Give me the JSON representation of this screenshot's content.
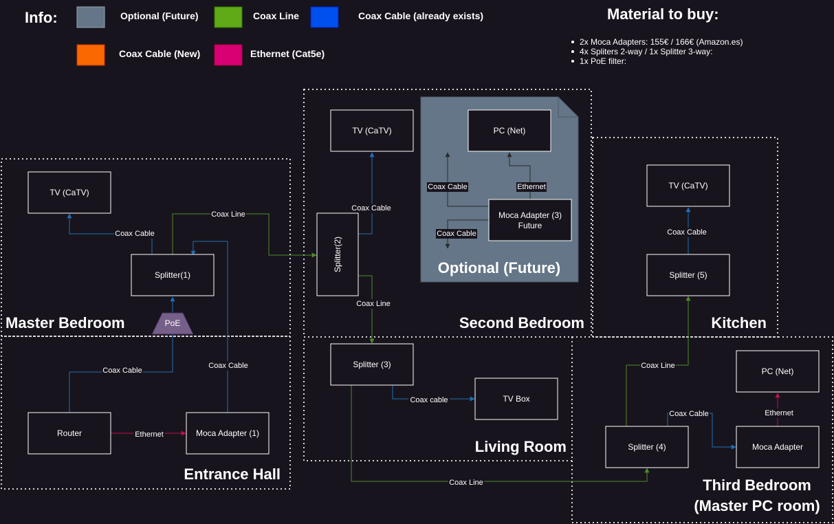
{
  "legend": {
    "info_label": "Info:",
    "material_title": "Material to buy:",
    "items": [
      {
        "id": "optional",
        "label": "Optional (Future)",
        "color": "#647687"
      },
      {
        "id": "coax-line",
        "label": "Coax Line",
        "color": "#60a917"
      },
      {
        "id": "coax-existing",
        "label": "Coax Cable (already exists)",
        "color": "#0050ef"
      },
      {
        "id": "coax-new",
        "label": "Coax Cable (New)",
        "color": "#fa6800"
      },
      {
        "id": "ethernet",
        "label": "Ethernet (Cat5e)",
        "color": "#d80073"
      }
    ],
    "materials": [
      "2x Moca Adapters: 155€ / 166€ (Amazon.es)",
      "4x Spliters 2-way / 1x Splitter 3-way:",
      "1x PoE filter:"
    ]
  },
  "rooms": {
    "master_bedroom": "Master Bedroom",
    "entrance_hall": "Entrance Hall",
    "second_bedroom": "Second Bedroom",
    "living_room": "Living Room",
    "kitchen": "Kitchen",
    "third_bedroom_line1": "Third Bedroom",
    "third_bedroom_line2": "(Master PC room)",
    "optional": "Optional (Future)"
  },
  "nodes": {
    "tv1": "TV (CaTV)",
    "splitter1": "Splitter(1)",
    "poe": "PoE",
    "router": "Router",
    "moca1": "Moca Adapter (1)",
    "splitter2": "Splitter(2)",
    "tv2": "TV (CaTV)",
    "pc_net_opt": "PC (Net)",
    "moca3_line1": "Moca Adapter (3)",
    "moca3_line2": "Future",
    "splitter3": "Splitter (3)",
    "tvbox": "TV Box",
    "tv3": "TV (CaTV)",
    "splitter5": "Splitter (5)",
    "pc_net": "PC (Net)",
    "splitter4": "Splitter (4)",
    "moca_adapter": "Moca Adapter"
  },
  "edges": {
    "coax_cable": "Coax Cable",
    "coax_line": "Coax Line",
    "ethernet": "Ethernet",
    "coax_cable_lower": "Coax cable"
  },
  "colors": {
    "background": "#18141d",
    "coax_line": "#4d8b2a",
    "coax_cable": "#1f6fb3",
    "ethernet": "#c0104f",
    "optional_fill": "#647687",
    "poe_fill": "#76608a",
    "box_fill": "#18141d",
    "box_stroke": "#ffffff",
    "room_border": "#ffffff"
  }
}
